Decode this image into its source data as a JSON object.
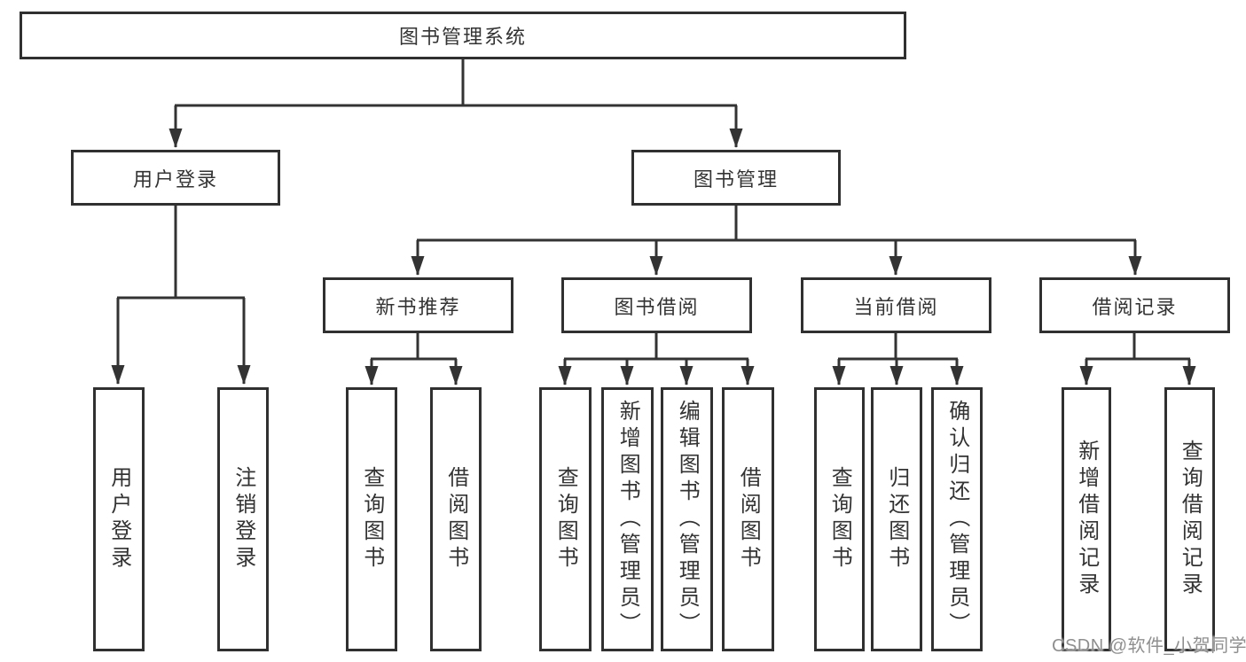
{
  "diagram": {
    "type": "tree",
    "root": {
      "label": "图书管理系统"
    },
    "branches": [
      {
        "label": "用户登录",
        "children": [
          {
            "label": "用户登录"
          },
          {
            "label": "注销登录"
          }
        ]
      },
      {
        "label": "图书管理",
        "children": [
          {
            "label": "新书推荐",
            "children": [
              {
                "label": "查询图书"
              },
              {
                "label": "借阅图书"
              }
            ]
          },
          {
            "label": "图书借阅",
            "children": [
              {
                "label": "查询图书"
              },
              {
                "label": "新增图书（管理员）"
              },
              {
                "label": "编辑图书（管理员）"
              },
              {
                "label": "借阅图书"
              }
            ]
          },
          {
            "label": "当前借阅",
            "children": [
              {
                "label": "查询图书"
              },
              {
                "label": "归还图书"
              },
              {
                "label": "确认归还（管理员）"
              }
            ]
          },
          {
            "label": "借阅记录",
            "children": [
              {
                "label": "新增借阅记录"
              },
              {
                "label": "查询借阅记录"
              }
            ]
          }
        ]
      }
    ]
  },
  "watermark": {
    "text": "CSDN @软件_小贺同学",
    "color": "#8f8f8f"
  },
  "colors": {
    "line": "#333333",
    "box_border": "#303030",
    "text": "#333333",
    "background": "#ffffff"
  }
}
